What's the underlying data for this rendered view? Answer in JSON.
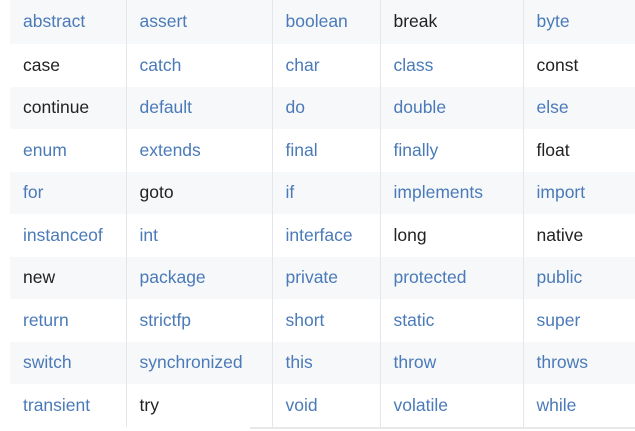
{
  "colors": {
    "link": "#4a7ab8",
    "plain": "#222222",
    "shaded_row": "#f7f8fa",
    "divider": "#e3e7ed"
  },
  "rows": [
    [
      {
        "text": "abstract",
        "link": true
      },
      {
        "text": "assert",
        "link": true
      },
      {
        "text": "boolean",
        "link": true
      },
      {
        "text": "break",
        "link": false
      },
      {
        "text": "byte",
        "link": true
      }
    ],
    [
      {
        "text": "case",
        "link": false
      },
      {
        "text": "catch",
        "link": true
      },
      {
        "text": "char",
        "link": true
      },
      {
        "text": "class",
        "link": true
      },
      {
        "text": "const",
        "link": false
      }
    ],
    [
      {
        "text": "continue",
        "link": false
      },
      {
        "text": "default",
        "link": true
      },
      {
        "text": "do",
        "link": true
      },
      {
        "text": "double",
        "link": true
      },
      {
        "text": "else",
        "link": true
      }
    ],
    [
      {
        "text": "enum",
        "link": true
      },
      {
        "text": "extends",
        "link": true
      },
      {
        "text": "final",
        "link": true
      },
      {
        "text": "finally",
        "link": true
      },
      {
        "text": "float",
        "link": false
      }
    ],
    [
      {
        "text": "for",
        "link": true
      },
      {
        "text": "goto",
        "link": false
      },
      {
        "text": "if",
        "link": true
      },
      {
        "text": "implements",
        "link": true
      },
      {
        "text": "import",
        "link": true
      }
    ],
    [
      {
        "text": "instanceof",
        "link": true
      },
      {
        "text": "int",
        "link": true
      },
      {
        "text": "interface",
        "link": true
      },
      {
        "text": "long",
        "link": false
      },
      {
        "text": "native",
        "link": false
      }
    ],
    [
      {
        "text": "new",
        "link": false
      },
      {
        "text": "package",
        "link": true
      },
      {
        "text": "private",
        "link": true
      },
      {
        "text": "protected",
        "link": true
      },
      {
        "text": "public",
        "link": true
      }
    ],
    [
      {
        "text": "return",
        "link": true
      },
      {
        "text": "strictfp",
        "link": true
      },
      {
        "text": "short",
        "link": true
      },
      {
        "text": "static",
        "link": true
      },
      {
        "text": "super",
        "link": true
      }
    ],
    [
      {
        "text": "switch",
        "link": true
      },
      {
        "text": "synchronized",
        "link": true
      },
      {
        "text": "this",
        "link": true
      },
      {
        "text": "throw",
        "link": true
      },
      {
        "text": "throws",
        "link": true
      }
    ],
    [
      {
        "text": "transient",
        "link": true
      },
      {
        "text": "try",
        "link": false
      },
      {
        "text": "void",
        "link": true
      },
      {
        "text": "volatile",
        "link": true
      },
      {
        "text": "while",
        "link": true
      }
    ]
  ]
}
